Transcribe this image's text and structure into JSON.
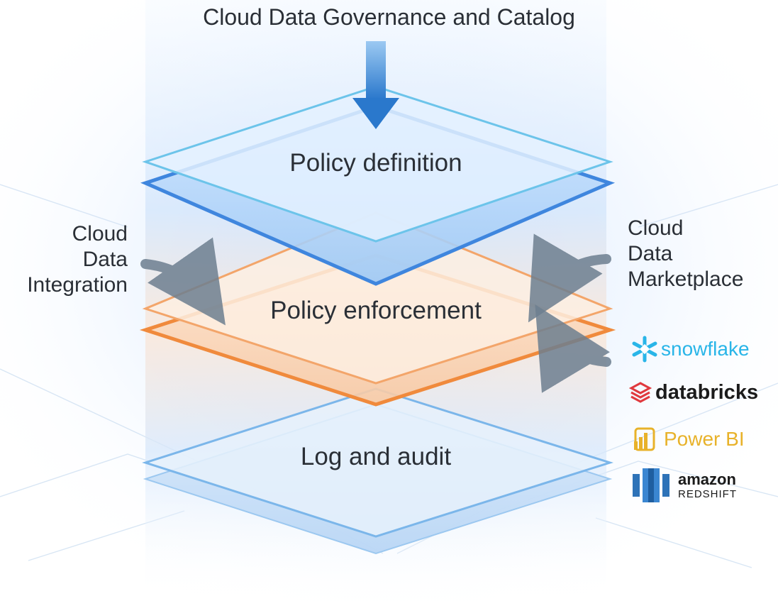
{
  "title": "Cloud Data Governance and Catalog",
  "layers": [
    {
      "label": "Policy definition"
    },
    {
      "label": "Policy enforcement"
    },
    {
      "label": "Log and audit"
    }
  ],
  "left_input": {
    "lines": [
      "Cloud",
      "Data",
      "Integration"
    ]
  },
  "right_input": {
    "lines": [
      "Cloud",
      "Data",
      "Marketplace"
    ]
  },
  "logos": [
    {
      "name": "snowflake",
      "icon": "snowflake-icon",
      "color": "#29b5e8"
    },
    {
      "name": "databricks",
      "icon": "databricks-icon",
      "color": "#1b1b1b",
      "icon_color": "#e0393e"
    },
    {
      "name": "Power BI",
      "icon": "powerbi-icon",
      "color": "#e8b22a"
    },
    {
      "name": "amazon",
      "subtitle": "REDSHIFT",
      "icon": "redshift-icon",
      "color": "#1a1a1a",
      "icon_color": "#2e73b8"
    }
  ],
  "colors": {
    "blue_layer": "#4a90e2",
    "orange_layer": "#f08a3c",
    "arrow_blue": "#2f7fd1",
    "arrow_gray": "#6d7f90"
  }
}
